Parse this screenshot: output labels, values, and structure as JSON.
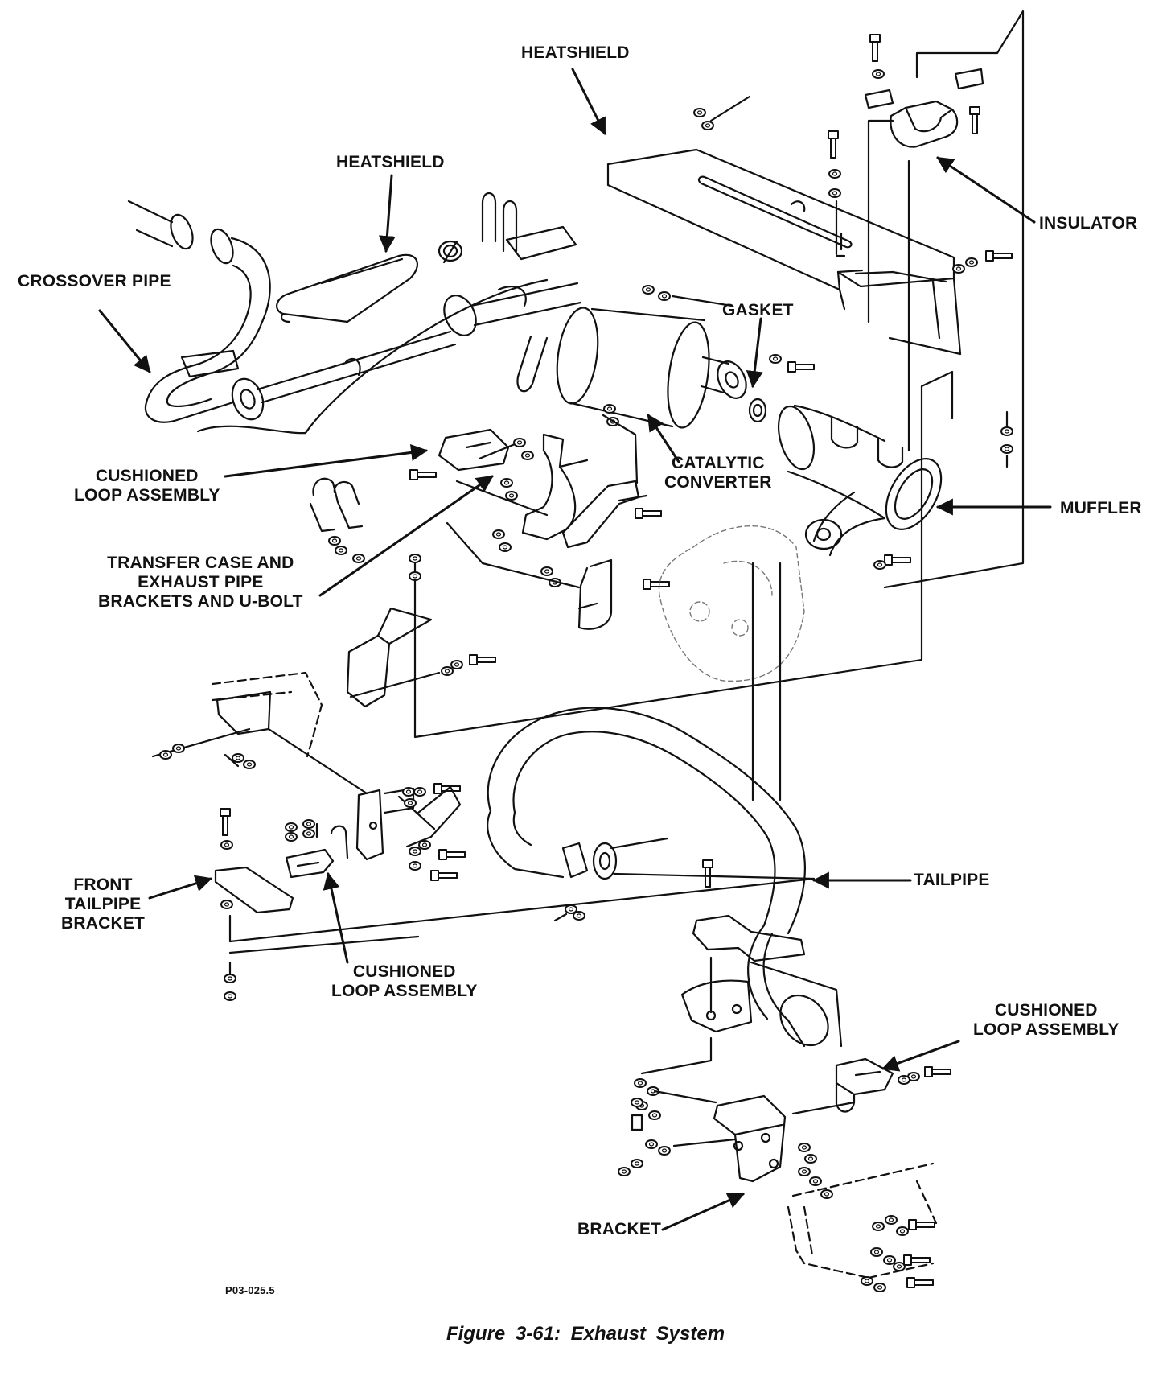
{
  "labels": {
    "heatshield_top": "HEATSHIELD",
    "heatshield_left": "HEATSHIELD",
    "insulator": "INSULATOR",
    "crossover_pipe": "CROSSOVER PIPE",
    "gasket": "GASKET",
    "catalytic_converter": "CATALYTIC\nCONVERTER",
    "cushioned_loop_upper": "CUSHIONED\nLOOP ASSEMBLY",
    "muffler": "MUFFLER",
    "transfer_case": "TRANSFER CASE AND\nEXHAUST PIPE\nBRACKETS AND U-BOLT",
    "tailpipe": "TAILPIPE",
    "front_tailpipe_bracket": "FRONT\nTAILPIPE\nBRACKET",
    "cushioned_loop_lower": "CUSHIONED\nLOOP ASSEMBLY",
    "cushioned_loop_right": "CUSHIONED\nLOOP ASSEMBLY",
    "bracket": "BRACKET"
  },
  "figure_code": "P03-025.5",
  "caption": "Figure 3-61:   Exhaust System"
}
